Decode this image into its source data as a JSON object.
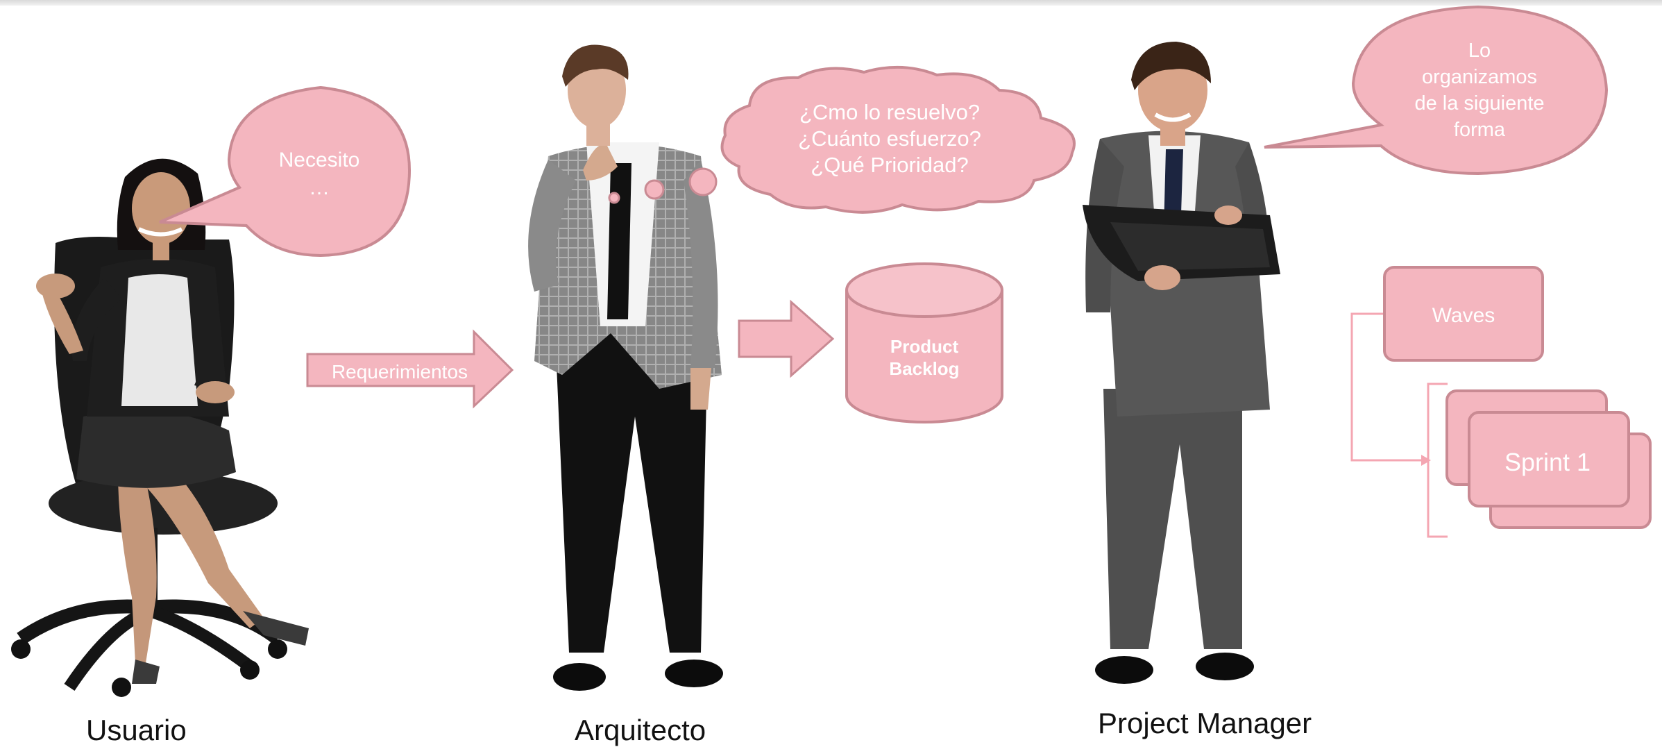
{
  "bubbles": {
    "usuario": [
      "Necesito",
      "…"
    ],
    "arquitecto": [
      "¿Cmo lo resuelvo?",
      "¿Cuánto esfuerzo?",
      "¿Qué Prioridad?"
    ],
    "pm": [
      "Lo",
      "organizamos",
      "de la siguiente",
      "forma"
    ]
  },
  "arrow_label": "Requerimientos",
  "backlog": [
    "Product",
    "Backlog"
  ],
  "waves_label": "Waves",
  "sprint_label": "Sprint 1",
  "people": {
    "usuario": "Usuario",
    "arquitecto": "Arquitecto",
    "pm": "Project Manager"
  },
  "colors": {
    "shape_fill": "#f4b6bf",
    "shape_stroke": "#c98a93",
    "connector": "#f4a6b2"
  }
}
